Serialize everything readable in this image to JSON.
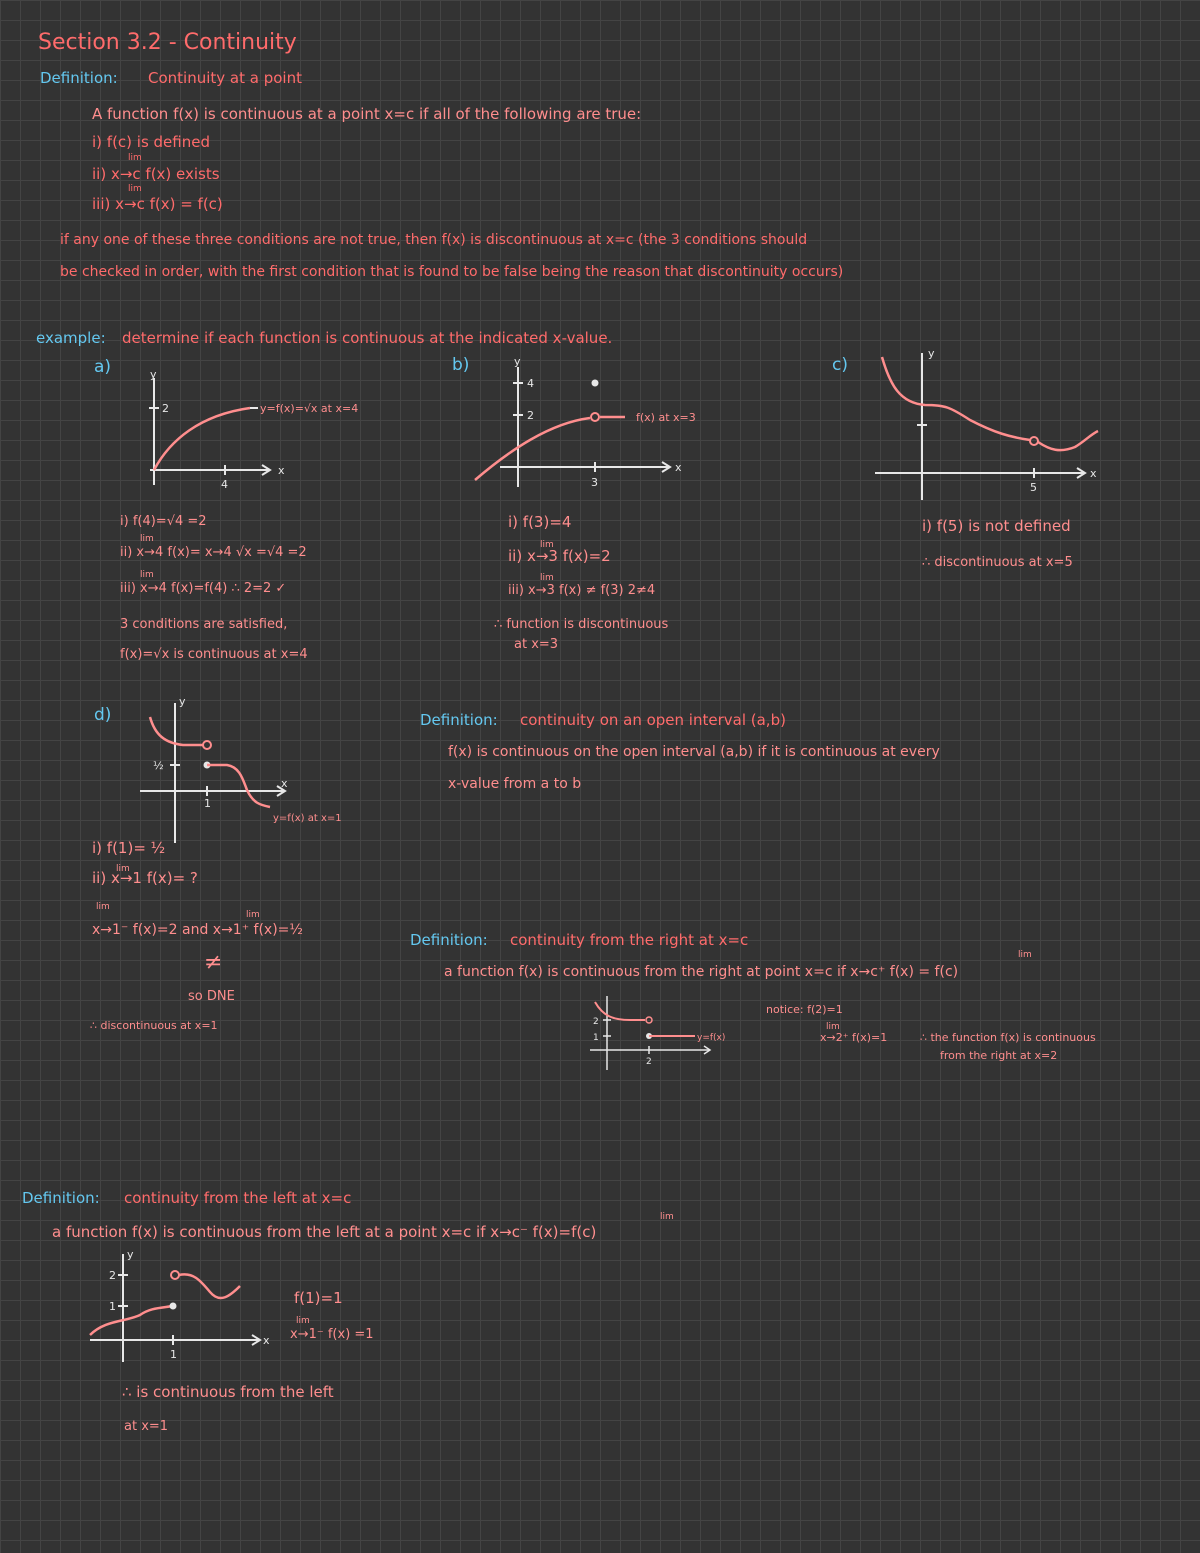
{
  "page": {
    "title": "Section 3.2 - Continuity"
  },
  "def1": {
    "label": "Definition:",
    "heading": "Continuity at a point",
    "statement": "A function f(x) is continuous at a point x=c if all of the following are true:",
    "cond1": "i) f(c) is defined",
    "cond2_lim": "lim",
    "cond2": "ii) x→c f(x) exists",
    "cond3_lim": "lim",
    "cond3": "iii) x→c f(x) = f(c)",
    "note_line1": "if any one of these three conditions are not true, then f(x) is discontinuous at x=c (the 3 conditions should",
    "note_line2": "be checked in order, with the first condition that is found to be false being the reason that discontinuity occurs)"
  },
  "example": {
    "label": "example:",
    "prompt": "determine if each function is continuous at the indicated x-value.",
    "a": {
      "label": "a)",
      "curve_label": "y=f(x)=√x at x=4",
      "y_tick": "2",
      "x_tick": "4",
      "y_axis": "y",
      "x_axis": "x",
      "lines": [
        "i) f(4)=√4 =2",
        "ii) x→4 f(x)= x→4 √x =√4 =2",
        "iii) x→4 f(x)=f(4) ∴ 2=2 ✓",
        "3 conditions are satisfied,",
        "f(x)=√x is continuous at x=4"
      ],
      "lim": "lim"
    },
    "b": {
      "label": "b)",
      "curve_label": "f(x) at x=3",
      "y_tick_top": "4",
      "y_tick": "2",
      "x_tick": "3",
      "y_axis": "y",
      "x_axis": "x",
      "lines": [
        "i) f(3)=4",
        "ii) x→3 f(x)=2",
        "iii) x→3 f(x) ≠ f(3) 2≠4",
        "∴ function is discontinuous",
        "at x=3"
      ],
      "lim": "lim"
    },
    "c": {
      "label": "c)",
      "x_tick": "5",
      "y_axis": "y",
      "x_axis": "x",
      "lines": [
        "i) f(5) is not defined",
        "∴ discontinuous at x=5"
      ]
    },
    "d": {
      "label": "d)",
      "y_tick": "½",
      "x_tick": "1",
      "y_axis": "y",
      "x_axis": "x",
      "curve_label": "y=f(x) at x=1",
      "lines": [
        "i) f(1)= ½",
        "ii) x→1 f(x)= ?",
        "x→1⁻ f(x)=2  and  x→1⁺ f(x)=½",
        "≠",
        "so DNE",
        "∴ discontinuous at x=1"
      ],
      "lim": "lim"
    }
  },
  "def2": {
    "label": "Definition:",
    "heading": "continuity on an open interval (a,b)",
    "line1": "f(x) is continuous on the open interval (a,b) if it is continuous at every",
    "line2": "x-value from a to b"
  },
  "def3": {
    "label": "Definition:",
    "heading": "continuity from the right at x=c",
    "line1": "a function f(x) is continuous from the right at point x=c if x→c⁺ f(x) = f(c)",
    "lim": "lim",
    "graph_label": "y=f(x)",
    "y_tick_top": "2",
    "y_tick": "1",
    "x_tick": "2",
    "notice": "notice: f(2)=1",
    "notice_lim": "x→2⁺ f(x)=1",
    "conclusion1": "∴ the function f(x) is continuous",
    "conclusion2": "from the right at x=2"
  },
  "def4": {
    "label": "Definition:",
    "heading": "continuity from the left at x=c",
    "line1": "a function f(x) is continuous from the left at a point x=c if x→c⁻ f(x)=f(c)",
    "lim": "lim",
    "y_tick_top": "2",
    "y_tick": "1",
    "x_tick": "1",
    "y_axis": "y",
    "x_axis": "x",
    "eq1": "f(1)=1",
    "eq2": "x→1⁻ f(x) =1",
    "conclusion1": "∴ is continuous from the left",
    "conclusion2": "at x=1"
  },
  "colors": {
    "background": "#333333",
    "grid": "#444444",
    "heading_red": "#ff6b6b",
    "body_pink": "#ff8e8e",
    "label_blue": "#64c8f0",
    "axis_white": "#e8e8e8"
  }
}
